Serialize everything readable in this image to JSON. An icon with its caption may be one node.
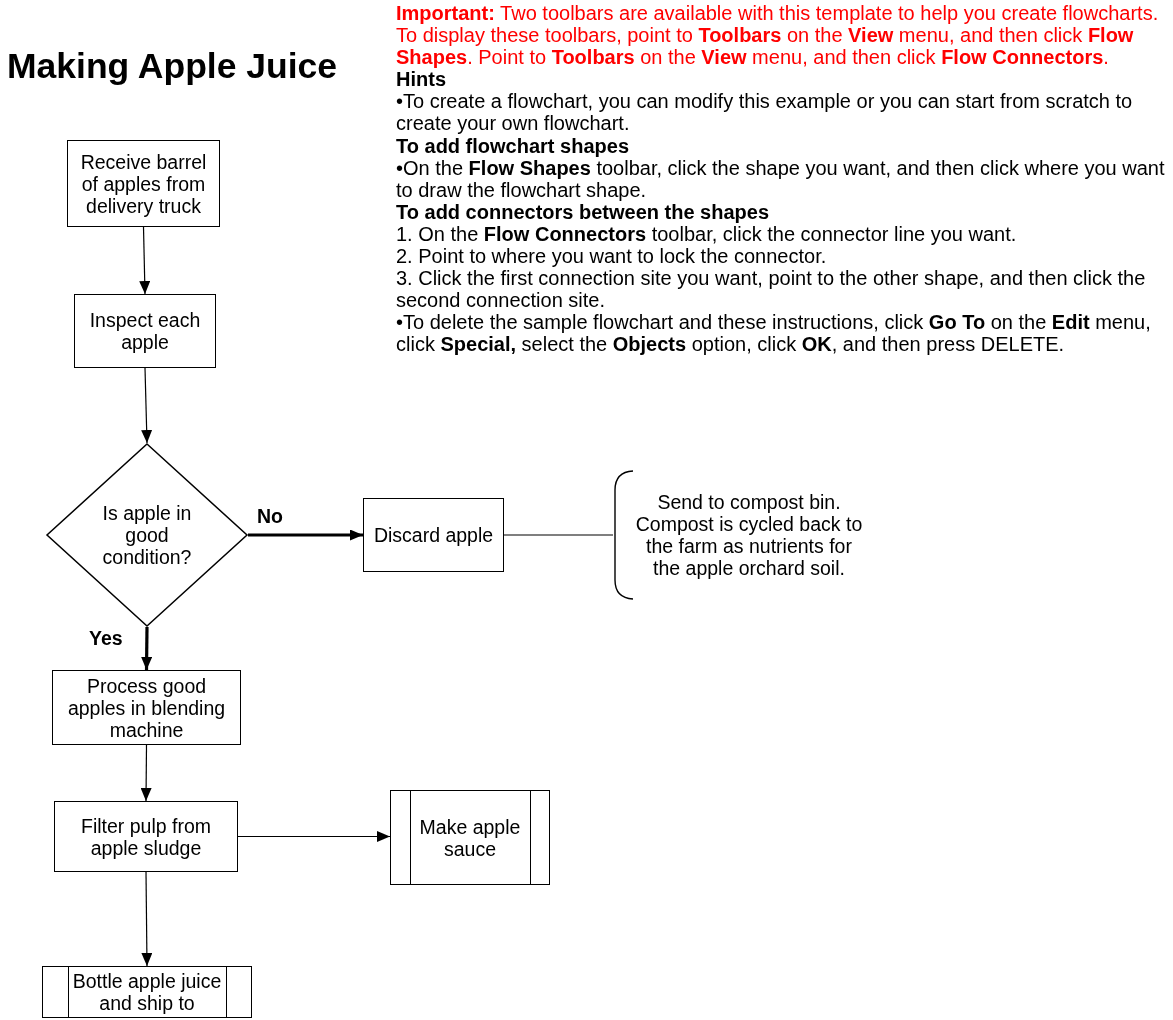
{
  "diagram": {
    "title": "Making Apple Juice",
    "nodes": [
      {
        "text": [
          "Receive barrel of apples from delivery truck"
        ]
      },
      {
        "text": [
          "Inspect each apple"
        ]
      },
      {
        "text": [
          "Is apple in good condition?"
        ]
      },
      {
        "text": [
          "Discard apple"
        ]
      },
      {
        "text": [
          "Send to compost bin. Compost is cycled back to the farm as nutrients for the apple orchard soil."
        ]
      },
      {
        "text": [
          "Process good apples in blending machine"
        ]
      },
      {
        "text": [
          "Filter pulp from apple sludge"
        ]
      },
      {
        "text": [
          "Make apple sauce"
        ]
      },
      {
        "text": [
          "Bottle apple juice and ship to"
        ]
      }
    ],
    "edges": [
      {
        "from": 0,
        "to": 1,
        "arrow": "to"
      },
      {
        "from": 1,
        "to": 2,
        "arrow": "to"
      },
      {
        "from": 2,
        "to": 3,
        "arrow": "to",
        "label": "No",
        "style": "thick"
      },
      {
        "from": 3,
        "to": 4,
        "arrow": "none"
      },
      {
        "from": 2,
        "to": 5,
        "arrow": "to",
        "label": "Yes",
        "style": "thick"
      },
      {
        "from": 5,
        "to": 6,
        "arrow": "to"
      },
      {
        "from": 6,
        "to": 7,
        "arrow": "to"
      },
      {
        "from": 6,
        "to": 8,
        "arrow": "to"
      }
    ],
    "labels": [
      "**Important:** Two toolbars are available with this template to help you create flowcharts. To display these toolbars, point to **Toolbars** on the **View** menu, and then click **Flow Shapes**. Point to **Toolbars** on the **View** menu, and then click **Flow Connectors**.",
      "Hints",
      "•To create a flowchart, you can modify this example or you can start from scratch to create your own flowchart.",
      "To add flowchart shapes",
      "•On the **Flow Shapes** toolbar, click the shape you want, and then click where you want to draw the flowchart shape.",
      "To add connectors between the shapes",
      "1. On the **Flow Connectors** toolbar, click the connector line you want.",
      "2. Point to where you want to lock the connector.",
      "3. Click the first connection site you want, point to the other shape, and then click the second connection site.",
      "•To delete the sample flowchart and these instructions, click **Go To** on the **Edit** menu, click **Special,** select the **Objects** option, click **OK**, and then press DELETE."
    ]
  }
}
